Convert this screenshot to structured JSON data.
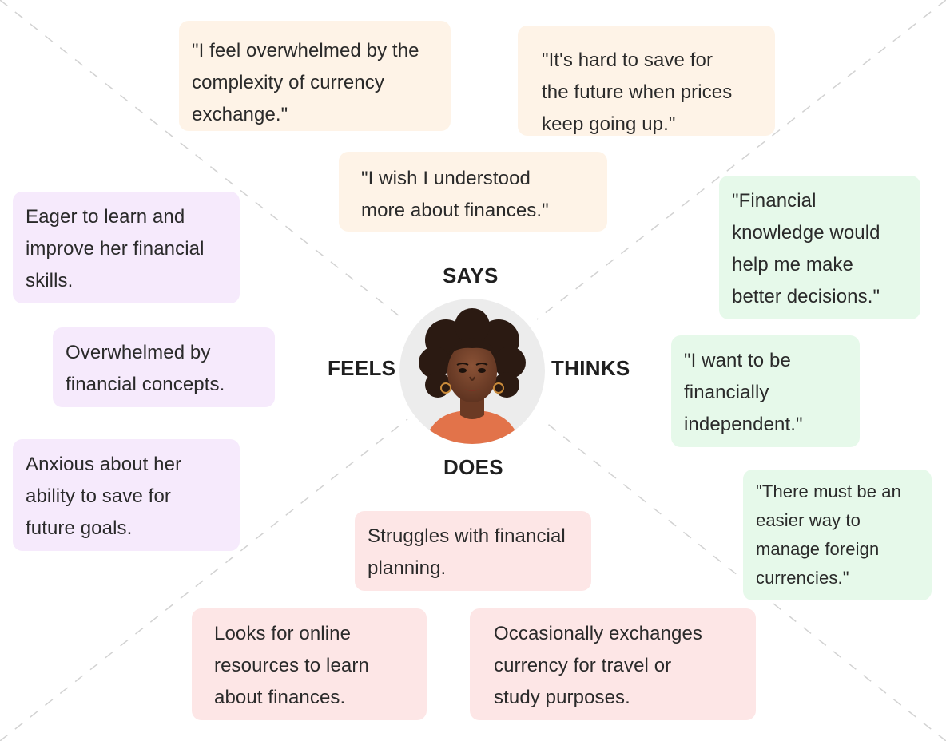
{
  "quadrant_labels": {
    "says": "SAYS",
    "thinks": "THINKS",
    "feels": "FEELS",
    "does": "DOES"
  },
  "says_notes": [
    "\"I feel overwhelmed by the\ncomplexity of currency\nexchange.\"",
    "\"It's hard to save for\nthe future when prices\nkeep going up.\"",
    "\"I wish I understood\nmore about finances.\""
  ],
  "thinks_notes": [
    "\"Financial\nknowledge would\nhelp me make\nbetter decisions.\"",
    "\"I want to be\nfinancially\nindependent.\"",
    "\"There must be an\neasier way to\nmanage foreign\ncurrencies.\""
  ],
  "feels_notes": [
    "Eager to learn and\nimprove her financial\nskills.",
    "Overwhelmed by\nfinancial concepts.",
    "Anxious about her\nability to save for\nfuture goals."
  ],
  "does_notes": [
    "Struggles with financial\nplanning.",
    "Looks for online\nresources to learn\nabout finances.",
    "Occasionally exchanges\ncurrency for travel or\nstudy purposes."
  ],
  "colors": {
    "says_note": "#fef3e7",
    "thinks_note": "#e6f9ea",
    "feels_note": "#f6eafc",
    "does_note": "#fde6e6",
    "divider": "#d2d2d2"
  },
  "icons": {
    "avatar": "persona-avatar-icon"
  }
}
